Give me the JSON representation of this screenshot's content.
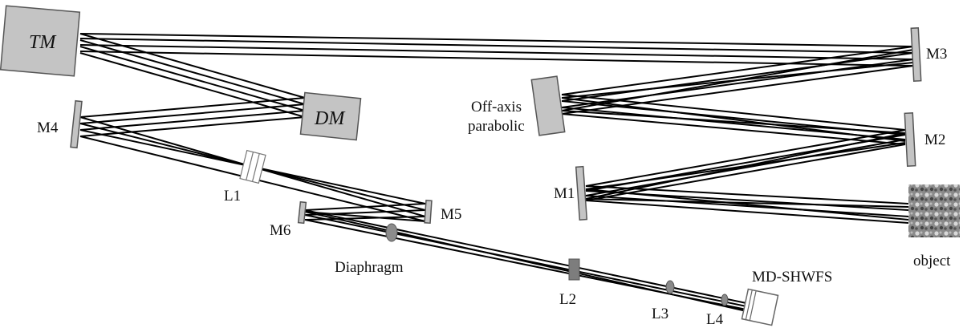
{
  "diagram": {
    "labels": {
      "tm": "TM",
      "dm": "DM",
      "m1": "M1",
      "m2": "M2",
      "m3": "M3",
      "m4": "M4",
      "m5": "M5",
      "m6": "M6",
      "l1": "L1",
      "l2": "L2",
      "l3": "L3",
      "l4": "L4",
      "parabolic_line1": "Off-axis",
      "parabolic_line2": "parabolic",
      "diaphragm": "Diaphragm",
      "wfs": "MD-SHWFS",
      "object": "object"
    },
    "colors": {
      "component_fill": "#c4c4c4",
      "component_stroke": "#555555",
      "beam": "#000000"
    }
  }
}
